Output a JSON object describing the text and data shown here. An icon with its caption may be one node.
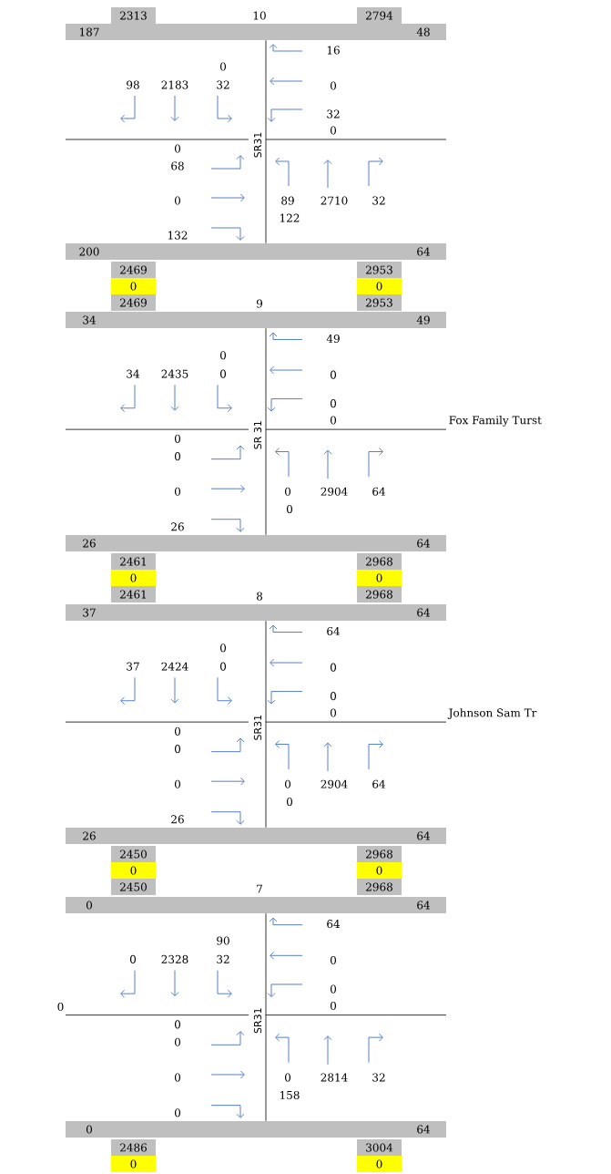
{
  "diagram": {
    "nodes": [
      {
        "text": [
          "2313"
        ]
      },
      {
        "text": [
          "2794"
        ]
      },
      {
        "text": [
          "187",
          "48"
        ]
      },
      {
        "text": [
          "200",
          "64"
        ]
      },
      {
        "text": [
          "2469"
        ]
      },
      {
        "text": [
          "2953"
        ]
      },
      {
        "text": [
          "0"
        ]
      },
      {
        "text": [
          "0"
        ]
      },
      {
        "text": [
          "2469"
        ]
      },
      {
        "text": [
          "2953"
        ]
      },
      {
        "text": [
          "34",
          "49"
        ]
      },
      {
        "text": [
          "26",
          "64"
        ]
      },
      {
        "text": [
          "2461"
        ]
      },
      {
        "text": [
          "2968"
        ]
      },
      {
        "text": [
          "0"
        ]
      },
      {
        "text": [
          "0"
        ]
      },
      {
        "text": [
          "2461"
        ]
      },
      {
        "text": [
          "2968"
        ]
      },
      {
        "text": [
          "37",
          "64"
        ]
      },
      {
        "text": [
          "26",
          "64"
        ]
      },
      {
        "text": [
          "2450"
        ]
      },
      {
        "text": [
          "2968"
        ]
      },
      {
        "text": [
          "0"
        ]
      },
      {
        "text": [
          "0"
        ]
      },
      {
        "text": [
          "2450"
        ]
      },
      {
        "text": [
          "2968"
        ]
      },
      {
        "text": [
          "0",
          "64"
        ]
      },
      {
        "text": [
          "0",
          "64"
        ]
      },
      {
        "text": [
          "2486"
        ]
      },
      {
        "text": [
          "3004"
        ]
      },
      {
        "text": [
          "0"
        ]
      },
      {
        "text": [
          "0"
        ]
      }
    ],
    "edges": [
      {
        "from": 2,
        "to": 3,
        "arrow": "none"
      },
      {
        "from": 10,
        "to": 11,
        "arrow": "none"
      },
      {
        "from": 18,
        "to": 19,
        "arrow": "none"
      },
      {
        "from": 26,
        "to": 27,
        "arrow": "none"
      }
    ],
    "labels": [
      "10",
      "16",
      "0",
      "98",
      "2183",
      "32",
      "0",
      "32",
      "0",
      "SR31",
      "0",
      "68",
      "0",
      "89",
      "2710",
      "32",
      "122",
      "132",
      "9",
      "49",
      "0",
      "34",
      "2435",
      "0",
      "0",
      "0",
      "0",
      "Fox Family Turst",
      "SR 31",
      "0",
      "0",
      "0",
      "0",
      "2904",
      "64",
      "0",
      "26",
      "8",
      "64",
      "0",
      "37",
      "2424",
      "0",
      "0",
      "0",
      "0",
      "Johnson Sam Tr",
      "SR31",
      "0",
      "0",
      "0",
      "0",
      "2904",
      "64",
      "0",
      "26",
      "7",
      "64",
      "90",
      "0",
      "2328",
      "32",
      "0",
      "0",
      "0",
      "0",
      "SR31",
      "0",
      "0",
      "0",
      "0",
      "2814",
      "32",
      "158",
      "0"
    ]
  }
}
